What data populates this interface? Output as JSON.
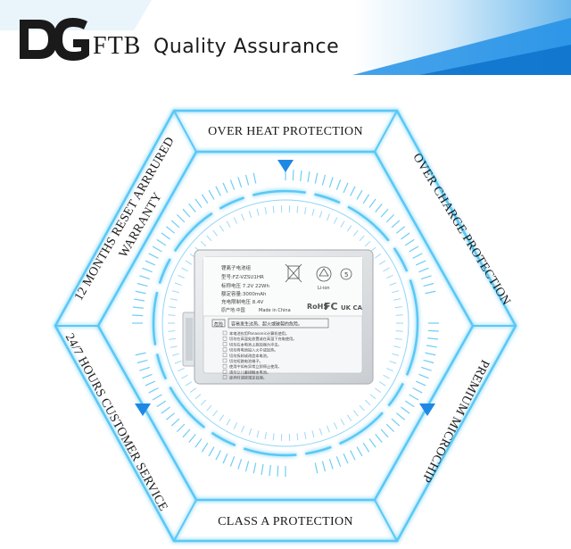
{
  "brand": {
    "logo_mark": "DG",
    "logo_text": "FTB",
    "title": "Quality Assurance"
  },
  "features": {
    "top": "OVER HEAT PROTECTION",
    "top_right": "OVER CHARGE PROTECTION",
    "bottom_right": "PREMIUM MICROCHIP",
    "bottom": "CLASS A PROTECTION",
    "bottom_left": "24/7 HOURS CUSTOMER SERVICE",
    "top_left_line1": "12 MONTHS RESET ARRRURED",
    "top_left_line2": "WARRANTY"
  },
  "battery_label": {
    "line1": "锂离子电池组",
    "line2": "型号:FZ-VZSU1HR",
    "line3": "标称电压 7.2V  22Wh",
    "line4": "额定容量:3000mAh",
    "line5": "充电限制电压 8.4V",
    "origin": "原产地:中国",
    "made_in": "Made in China",
    "cert1": "RoHS",
    "cert2": "FC",
    "cert3": "UK CA",
    "li_ion": "Li-ion",
    "warning_title": "危险",
    "warning_text": "容易发生过热、起火或破裂的危险。",
    "notes": [
      "本电池仅用Panasonic计算机使用。",
      "切勿在高温处放置或在高温下充电使用。",
      "切勿在本电池上施加强力冲击。",
      "切勿将电池投入火中或加热。",
      "切勿拆卸或改造本电池。",
      "切勿短路电池端子。",
      "使用中如有异常立即停止使用。",
      "请勿让儿童接触本电池。",
      "废弃时请按规定处理。"
    ]
  },
  "colors": {
    "accent": "#4fc3f7",
    "arrow": "#1e88e5",
    "header_blue": "#1f8fe0"
  }
}
